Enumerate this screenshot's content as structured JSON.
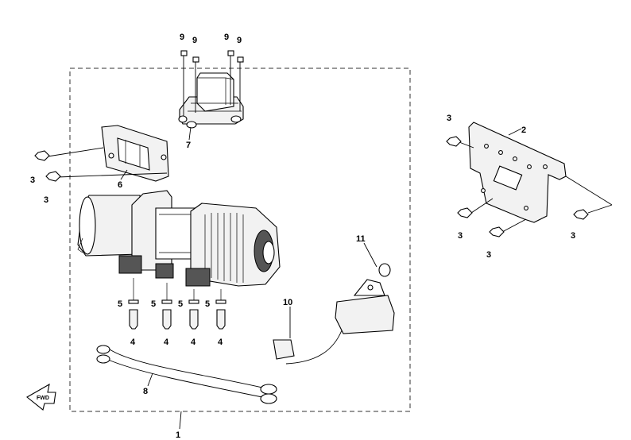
{
  "callouts": {
    "c1": "1",
    "c2": "2",
    "c3a": "3",
    "c3b": "3",
    "c3c": "3",
    "c3d": "3",
    "c3e": "3",
    "c3f": "3",
    "c4a": "4",
    "c4b": "4",
    "c4c": "4",
    "c4d": "4",
    "c5a": "5",
    "c5b": "5",
    "c5c": "5",
    "c5d": "5",
    "c6": "6",
    "c7": "7",
    "c8": "8",
    "c9a": "9",
    "c9b": "9",
    "c9c": "9",
    "c9d": "9",
    "c10": "10",
    "c11": "11"
  },
  "fwd_label": "FWD",
  "icons": [
    "winch-motor",
    "solenoid-relay",
    "fairlead",
    "mounting-plate",
    "bolt",
    "washer",
    "cable",
    "switch"
  ]
}
